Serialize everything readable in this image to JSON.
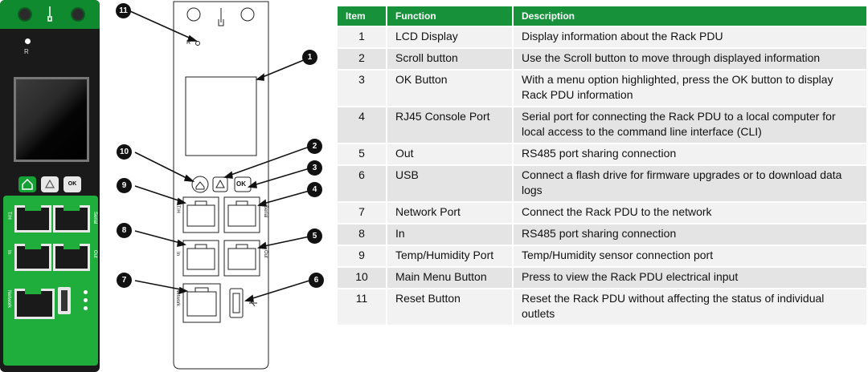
{
  "photo": {
    "reset_label": "R",
    "ok_label": "OK",
    "port_labels": {
      "th": "T/H",
      "serial": "Serial",
      "in": "In",
      "out": "Out",
      "network": "Network"
    }
  },
  "drawing": {
    "reset_label": "R",
    "ok_label": "OK",
    "port_labels": {
      "th": "T/H",
      "serial": "Serial",
      "in": "In",
      "out": "Out",
      "network": "Network"
    },
    "callouts": [
      "1",
      "2",
      "3",
      "4",
      "5",
      "6",
      "7",
      "8",
      "9",
      "10",
      "11"
    ]
  },
  "table": {
    "headers": [
      "Item",
      "Function",
      "Description"
    ],
    "rows": [
      {
        "item": "1",
        "function": "LCD Display",
        "description": "Display information about the Rack PDU"
      },
      {
        "item": "2",
        "function": "Scroll button",
        "description": "Use the Scroll button to move through displayed information"
      },
      {
        "item": "3",
        "function": "OK Button",
        "description": "With a menu option highlighted, press the OK button to display Rack PDU information"
      },
      {
        "item": "4",
        "function": "RJ45 Console Port",
        "description": "Serial port for connecting the Rack PDU to a local computer for local access to the command line interface (CLI)"
      },
      {
        "item": "5",
        "function": "Out",
        "description": "RS485 port sharing connection"
      },
      {
        "item": "6",
        "function": "USB",
        "description": "Connect a flash drive for firmware upgrades or to download data logs"
      },
      {
        "item": "7",
        "function": "Network Port",
        "description": "Connect the Rack PDU to the network"
      },
      {
        "item": "8",
        "function": "In",
        "description": "RS485 port sharing connection"
      },
      {
        "item": "9",
        "function": "Temp/Humidity Port",
        "description": "Temp/Humidity sensor connection port"
      },
      {
        "item": "10",
        "function": "Main Menu Button",
        "description": "Press to view the Rack PDU electrical input"
      },
      {
        "item": "11",
        "function": "Reset Button",
        "description": "Reset the Rack PDU without affecting the status of individual outlets"
      }
    ]
  }
}
